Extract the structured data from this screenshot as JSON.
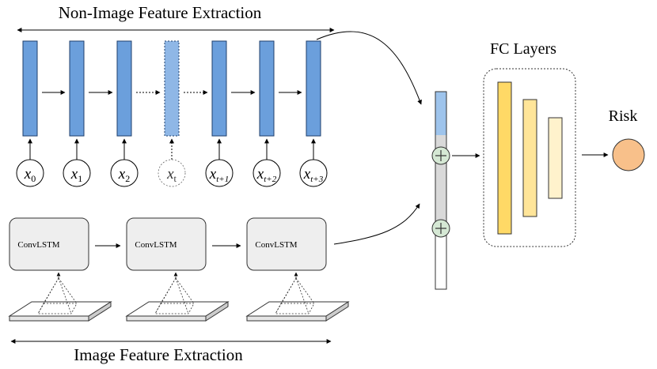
{
  "title_top": "Non-Image Feature Extraction",
  "title_bottom": "Image Feature Extraction",
  "fc_label": "FC Layers",
  "risk_label": "Risk",
  "convlstm_label": "ConvLSTM",
  "inputs": [
    {
      "base": "x",
      "sub": "0"
    },
    {
      "base": "x",
      "sub": "1"
    },
    {
      "base": "x",
      "sub": "2"
    },
    {
      "base": "x",
      "sub": "t"
    },
    {
      "base": "x",
      "sub": "t+1"
    },
    {
      "base": "x",
      "sub": "t+2"
    },
    {
      "base": "x",
      "sub": "t+3"
    }
  ],
  "colors": {
    "rnn_cell": "#6b9fdc",
    "rnn_border": "#1f3f6b",
    "fc_1": "#ffd966",
    "fc_2": "#ffe599",
    "fc_3": "#fff2cc",
    "risk": "#f8c08a",
    "plus": "#d5e8d4",
    "convlstm": "#eeeeee"
  }
}
